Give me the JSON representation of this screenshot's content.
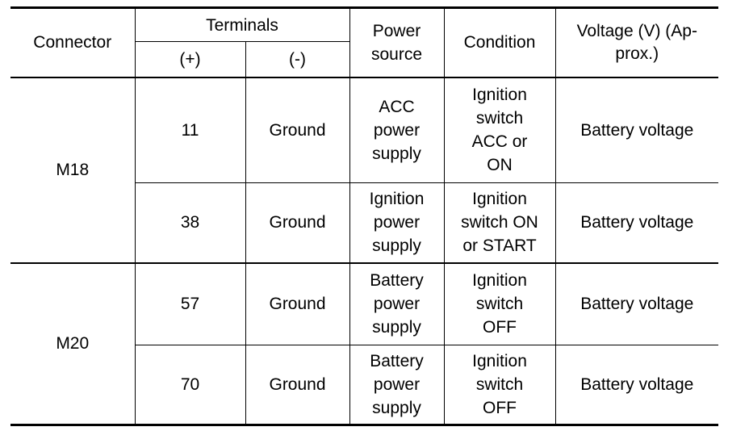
{
  "header": {
    "connector": "Connector",
    "terminals": "Terminals",
    "plus": "(+)",
    "minus": "(-)",
    "power_source_line1": "Power",
    "power_source_line2": "source",
    "condition": "Condition",
    "voltage_line1": "Voltage (V) (Ap-",
    "voltage_line2": "prox.)"
  },
  "rows": [
    {
      "connector": "M18",
      "plus": "11",
      "minus": "Ground",
      "power_source": [
        "ACC",
        "power",
        "supply"
      ],
      "condition": [
        "Ignition",
        "switch",
        "ACC or",
        "ON"
      ],
      "voltage": "Battery voltage"
    },
    {
      "connector": "M18",
      "plus": "38",
      "minus": "Ground",
      "power_source": [
        "Ignition",
        "power",
        "supply"
      ],
      "condition": [
        "Ignition",
        "switch ON",
        "or START"
      ],
      "voltage": "Battery voltage"
    },
    {
      "connector": "M20",
      "plus": "57",
      "minus": "Ground",
      "power_source": [
        "Battery",
        "power",
        "supply"
      ],
      "condition": [
        "Ignition",
        "switch",
        "OFF"
      ],
      "voltage": "Battery voltage"
    },
    {
      "connector": "M20",
      "plus": "70",
      "minus": "Ground",
      "power_source": [
        "Battery",
        "power",
        "supply"
      ],
      "condition": [
        "Ignition",
        "switch",
        "OFF"
      ],
      "voltage": "Battery voltage"
    }
  ]
}
